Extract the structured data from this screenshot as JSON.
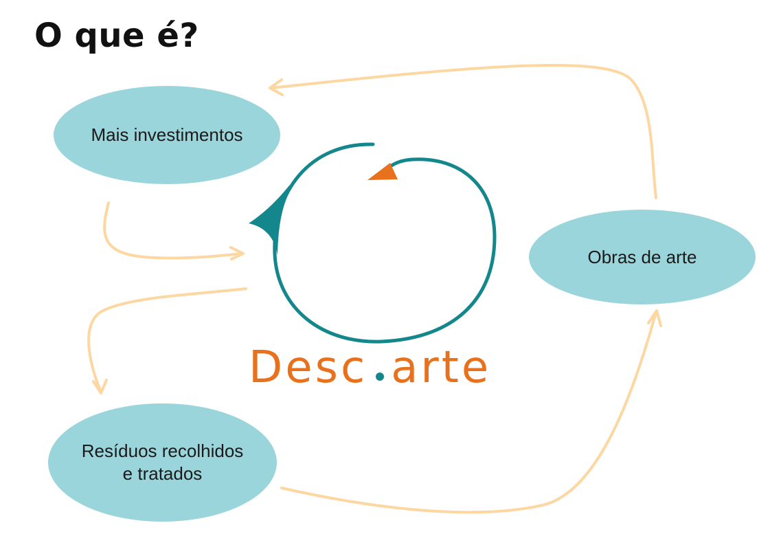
{
  "title": "O que é?",
  "nodes": {
    "investimentos": "Mais investimentos",
    "obras": "Obras de arte",
    "residuos": "Resíduos recolhidos\ne tratados"
  },
  "logo": {
    "part1": "Desc",
    "part2": "arte"
  },
  "colors": {
    "node_fill": "#9bd5dc",
    "arrow": "#fcd7a2",
    "logo_text": "#e8711e",
    "logo_ring": "#14878c"
  }
}
